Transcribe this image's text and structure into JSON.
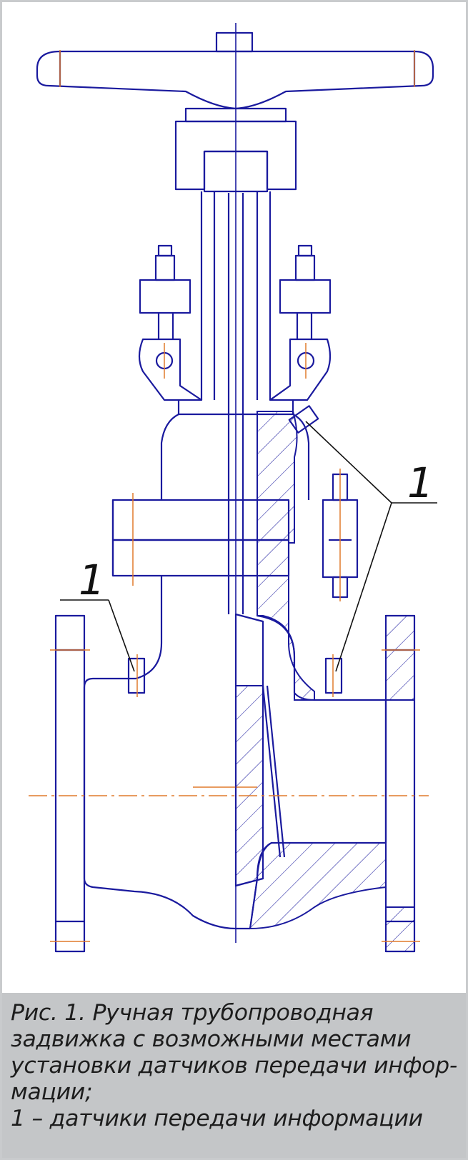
{
  "figure": {
    "callout_label": "1",
    "caption_lines": [
      "Рис. 1. Ручная трубопроводная",
      "задвижка с возможными местами",
      "установки датчиков передачи инфор-",
      "мации;",
      "1 – датчики передачи информации"
    ],
    "colors": {
      "outline": "#1a1a9e",
      "centerline": "#e07a2c",
      "caption_bg": "#c4c6c8",
      "frame": "#c9cbcd"
    }
  }
}
